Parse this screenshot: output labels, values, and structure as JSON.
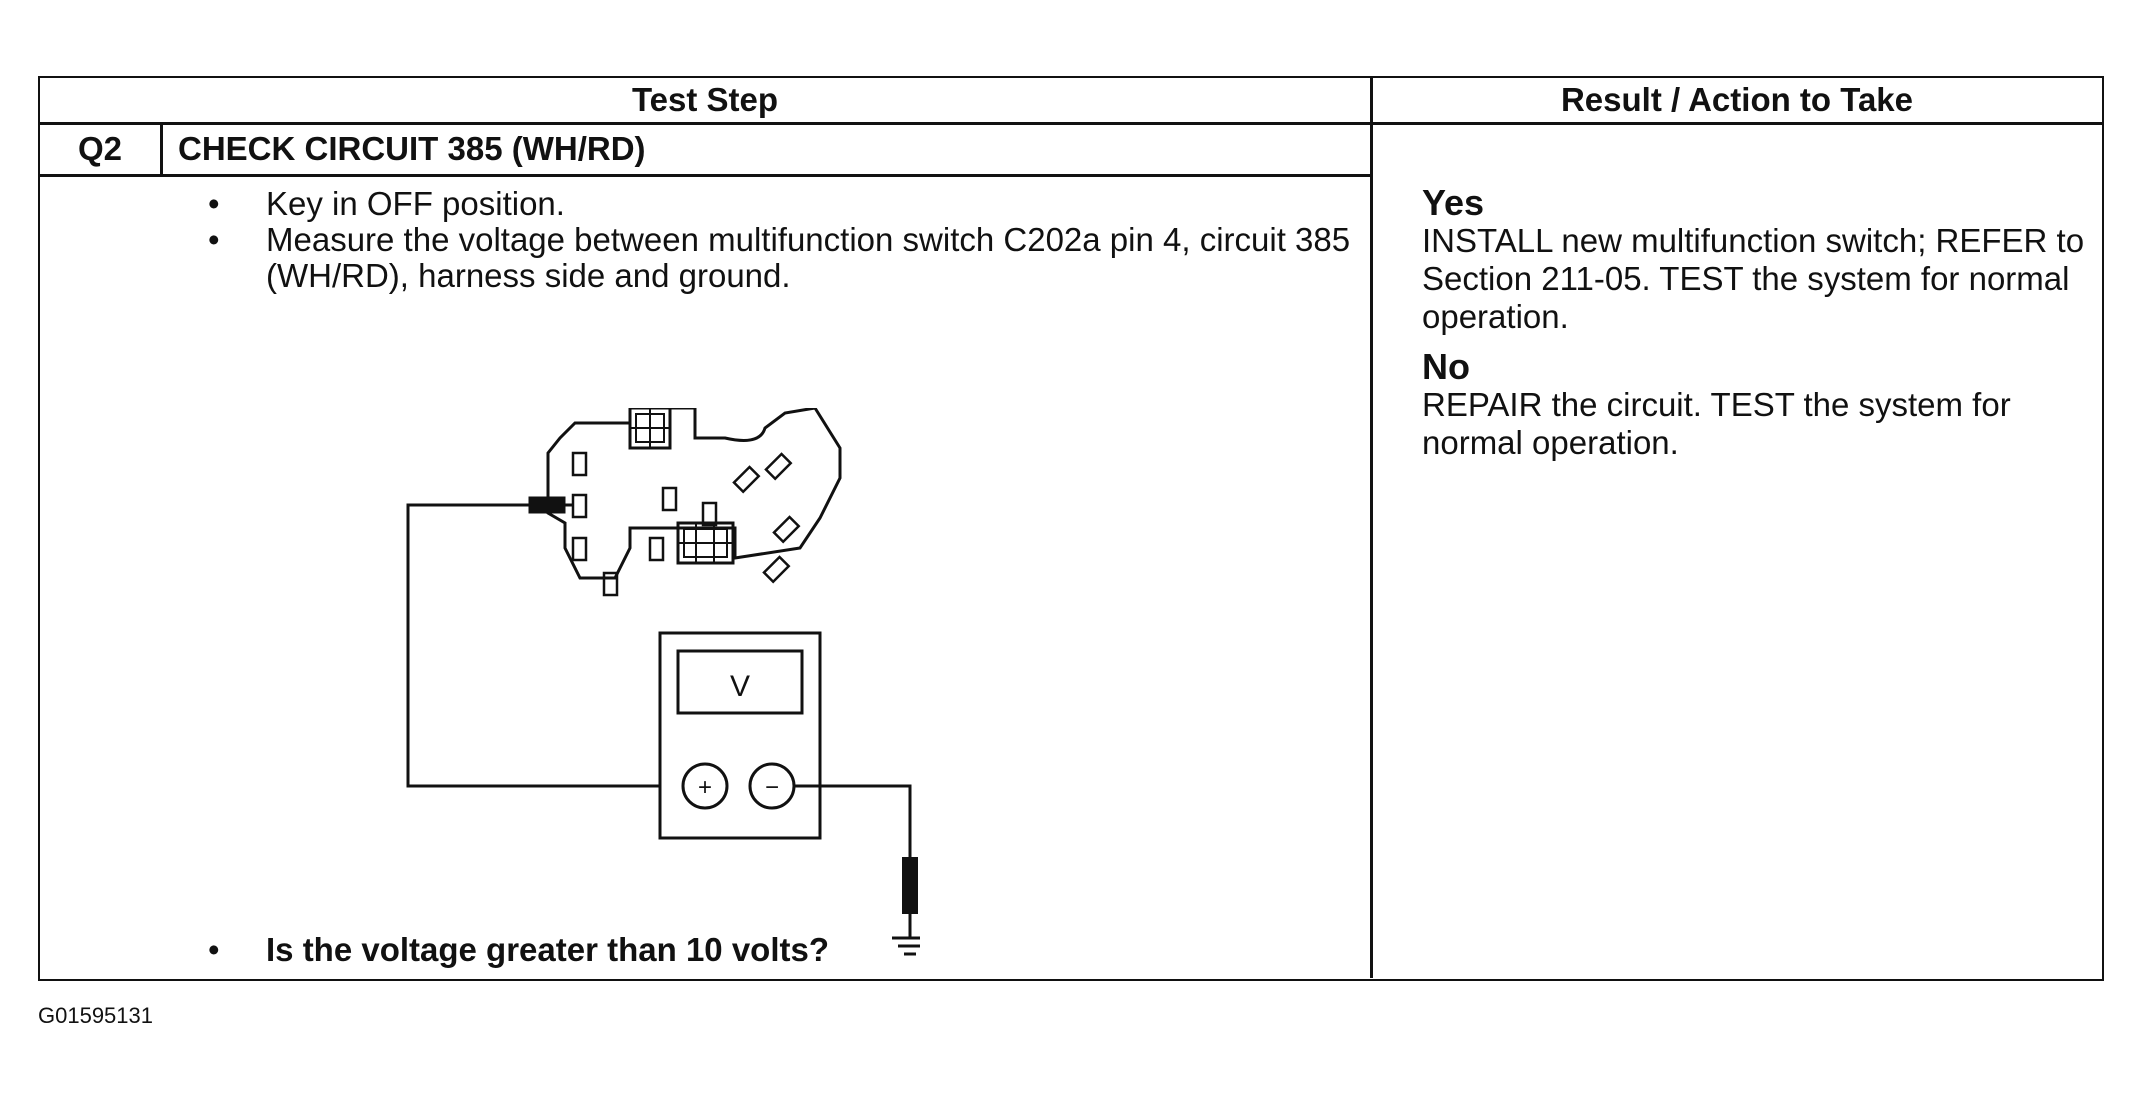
{
  "table": {
    "header_test_step": "Test Step",
    "header_result": "Result / Action to Take",
    "step_id": "Q2",
    "step_title": "CHECK CIRCUIT 385 (WH/RD)",
    "instructions": [
      "Key in OFF position.",
      "Measure the voltage between multifunction switch C202a pin 4, circuit 385 (WH/RD), harness side and ground."
    ],
    "question": "Is the voltage greater than 10 volts?",
    "results": {
      "yes_label": "Yes",
      "yes_text": "INSTALL new multifunction switch; REFER to Section 211-05. TEST the system for normal operation.",
      "no_label": "No",
      "no_text": "REPAIR the circuit. TEST the system for normal operation."
    }
  },
  "diagram": {
    "meter_label": "V",
    "plus_label": "+",
    "minus_label": "−"
  },
  "figure_id": "G01595131"
}
